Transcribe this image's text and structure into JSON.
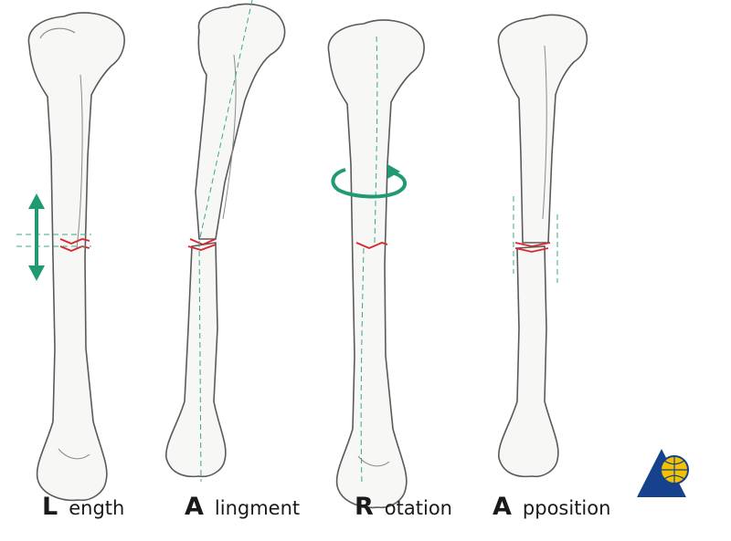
{
  "labels": [
    {
      "initial": "L",
      "rest": "ength"
    },
    {
      "initial": "A",
      "rest": "lingment"
    },
    {
      "initial": "R",
      "rest": "otation"
    },
    {
      "initial": "A",
      "rest": "pposition"
    }
  ],
  "colors": {
    "bone_fill": "#f7f7f5",
    "bone_outline": "#5a5a5a",
    "fracture": "#d9272e",
    "guide_line": "#3aa88a",
    "arrow": "#1f9a72",
    "logo_blue": "#16418c",
    "logo_globe": "#f2c200"
  },
  "icons": [
    "double-arrow-icon",
    "rotation-arrow-icon",
    "ao-logo-icon"
  ]
}
